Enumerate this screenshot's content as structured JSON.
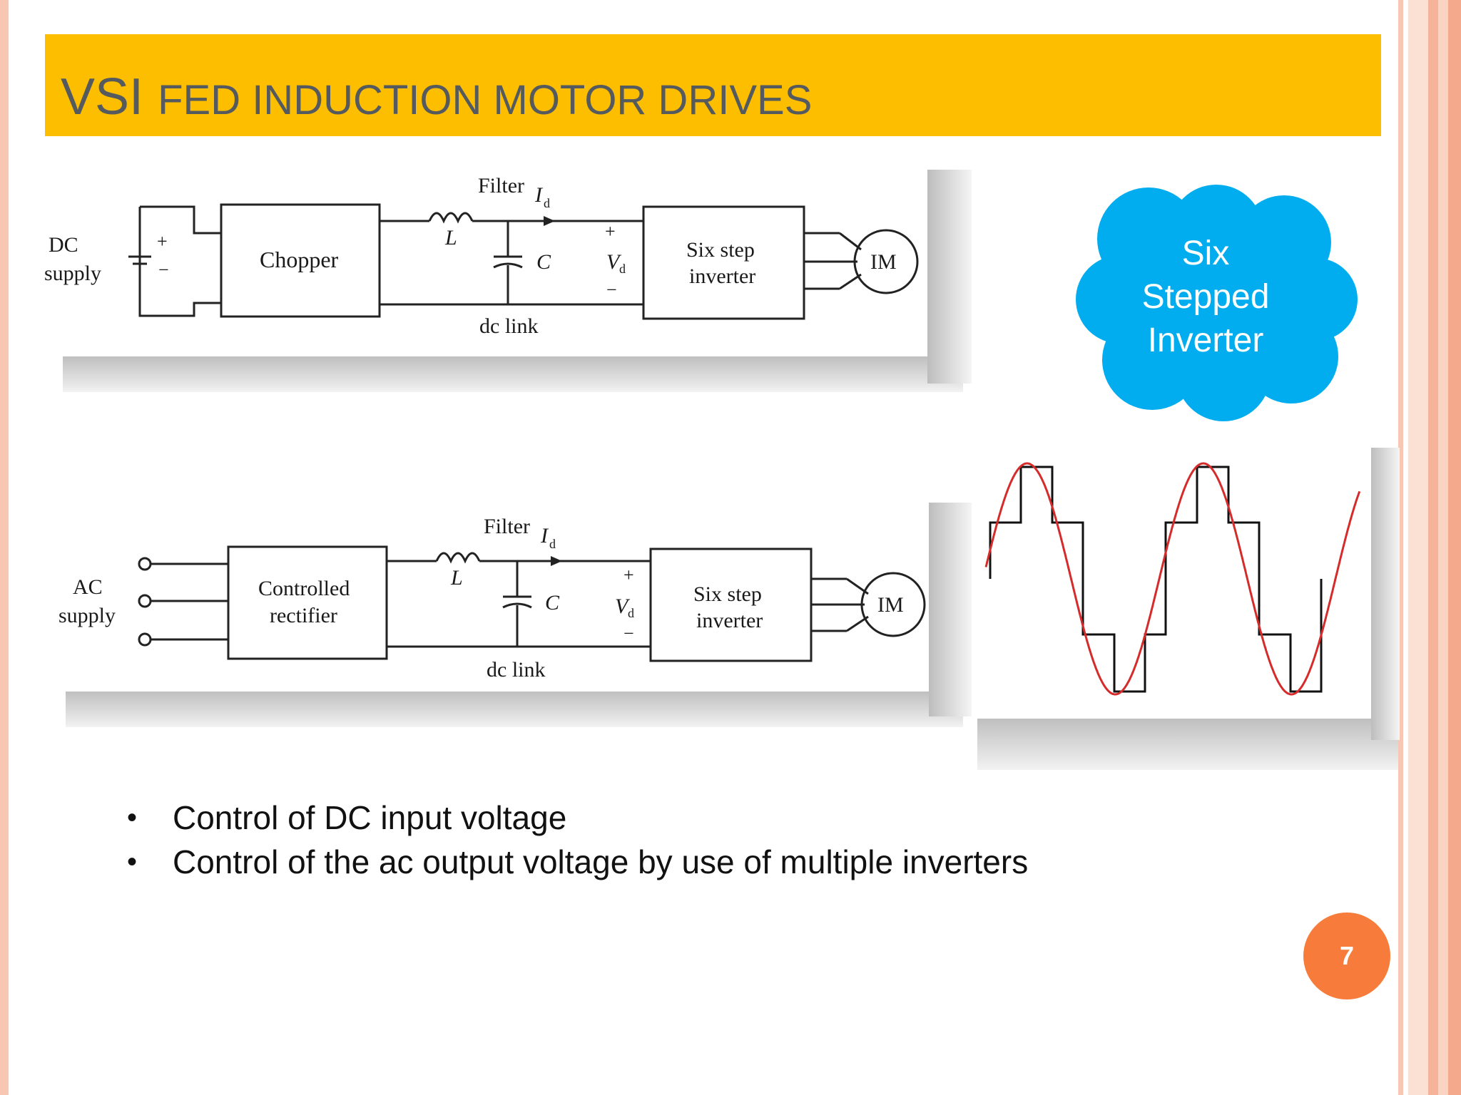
{
  "slide": {
    "title_first": "VSI",
    "title_rest": "FED INDUCTION MOTOR DRIVES",
    "page_number": "7"
  },
  "diagram_dc": {
    "source_label_1": "DC",
    "source_label_2": "supply",
    "plus": "+",
    "minus": "−",
    "block1": "Chopper",
    "filter": "Filter",
    "current": "I",
    "current_sub": "d",
    "inductor": "L",
    "capacitor": "C",
    "voltage": "V",
    "voltage_sub": "d",
    "vplus": "+",
    "vminus": "−",
    "inverter_1": "Six step",
    "inverter_2": "inverter",
    "motor": "IM",
    "dclink": "dc link"
  },
  "diagram_ac": {
    "source_label_1": "AC",
    "source_label_2": "supply",
    "block1_1": "Controlled",
    "block1_2": "rectifier",
    "filter": "Filter",
    "current": "I",
    "current_sub": "d",
    "inductor": "L",
    "capacitor": "C",
    "voltage": "V",
    "voltage_sub": "d",
    "vplus": "+",
    "vminus": "−",
    "inverter_1": "Six step",
    "inverter_2": "inverter",
    "motor": "IM",
    "dclink": "dc link"
  },
  "callout": {
    "line1": "Six",
    "line2": "Stepped",
    "line3": "Inverter",
    "color": "#02ADEF"
  },
  "bullets": [
    "Control of DC input voltage",
    "Control of the ac output voltage by use of multiple inverters"
  ],
  "colors": {
    "title_bar": "#FDBE00",
    "sine": "#D62B2B",
    "page_badge": "#F77B3A"
  }
}
